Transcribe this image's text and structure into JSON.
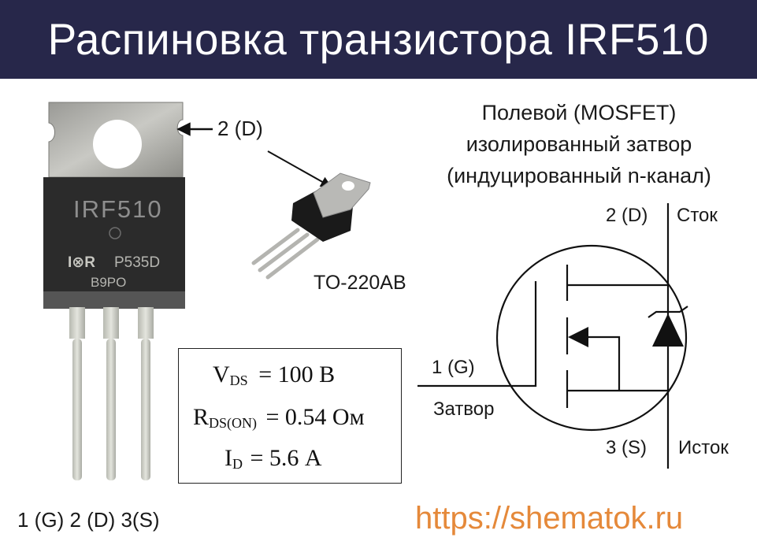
{
  "header": {
    "title": "Распиновка транзистора IRF510"
  },
  "photo": {
    "marking_line1": "IRF510",
    "marking_logo": "I⊗R",
    "marking_line2": "P535D",
    "marking_line3": "B9PO",
    "tab_label": "2 (D)",
    "pin_labels": "1 (G) 2 (D) 3(S)"
  },
  "package": {
    "name": "TO-220AB"
  },
  "description": {
    "line1": "Полевой (MOSFET)",
    "line2": "изолированный затвор",
    "line3": "(индуцированный n-канал)"
  },
  "schematic": {
    "drain_pin": "2 (D)",
    "drain_name": "Сток",
    "gate_pin": "1 (G)",
    "gate_name": "Затвор",
    "source_pin": "3 (S)",
    "source_name": "Исток"
  },
  "parameters": {
    "vds": {
      "symbol": "V",
      "sub": "DS",
      "value": "= 100 В"
    },
    "rds": {
      "symbol": "R",
      "sub": "DS(ON)",
      "value": "= 0.54 Ом"
    },
    "id": {
      "symbol": "I",
      "sub": "D",
      "value": "=  5.6 А"
    }
  },
  "footer": {
    "url": "https://shematok.ru"
  },
  "colors": {
    "banner_bg": "#27274a",
    "url_color": "#e5893a"
  }
}
